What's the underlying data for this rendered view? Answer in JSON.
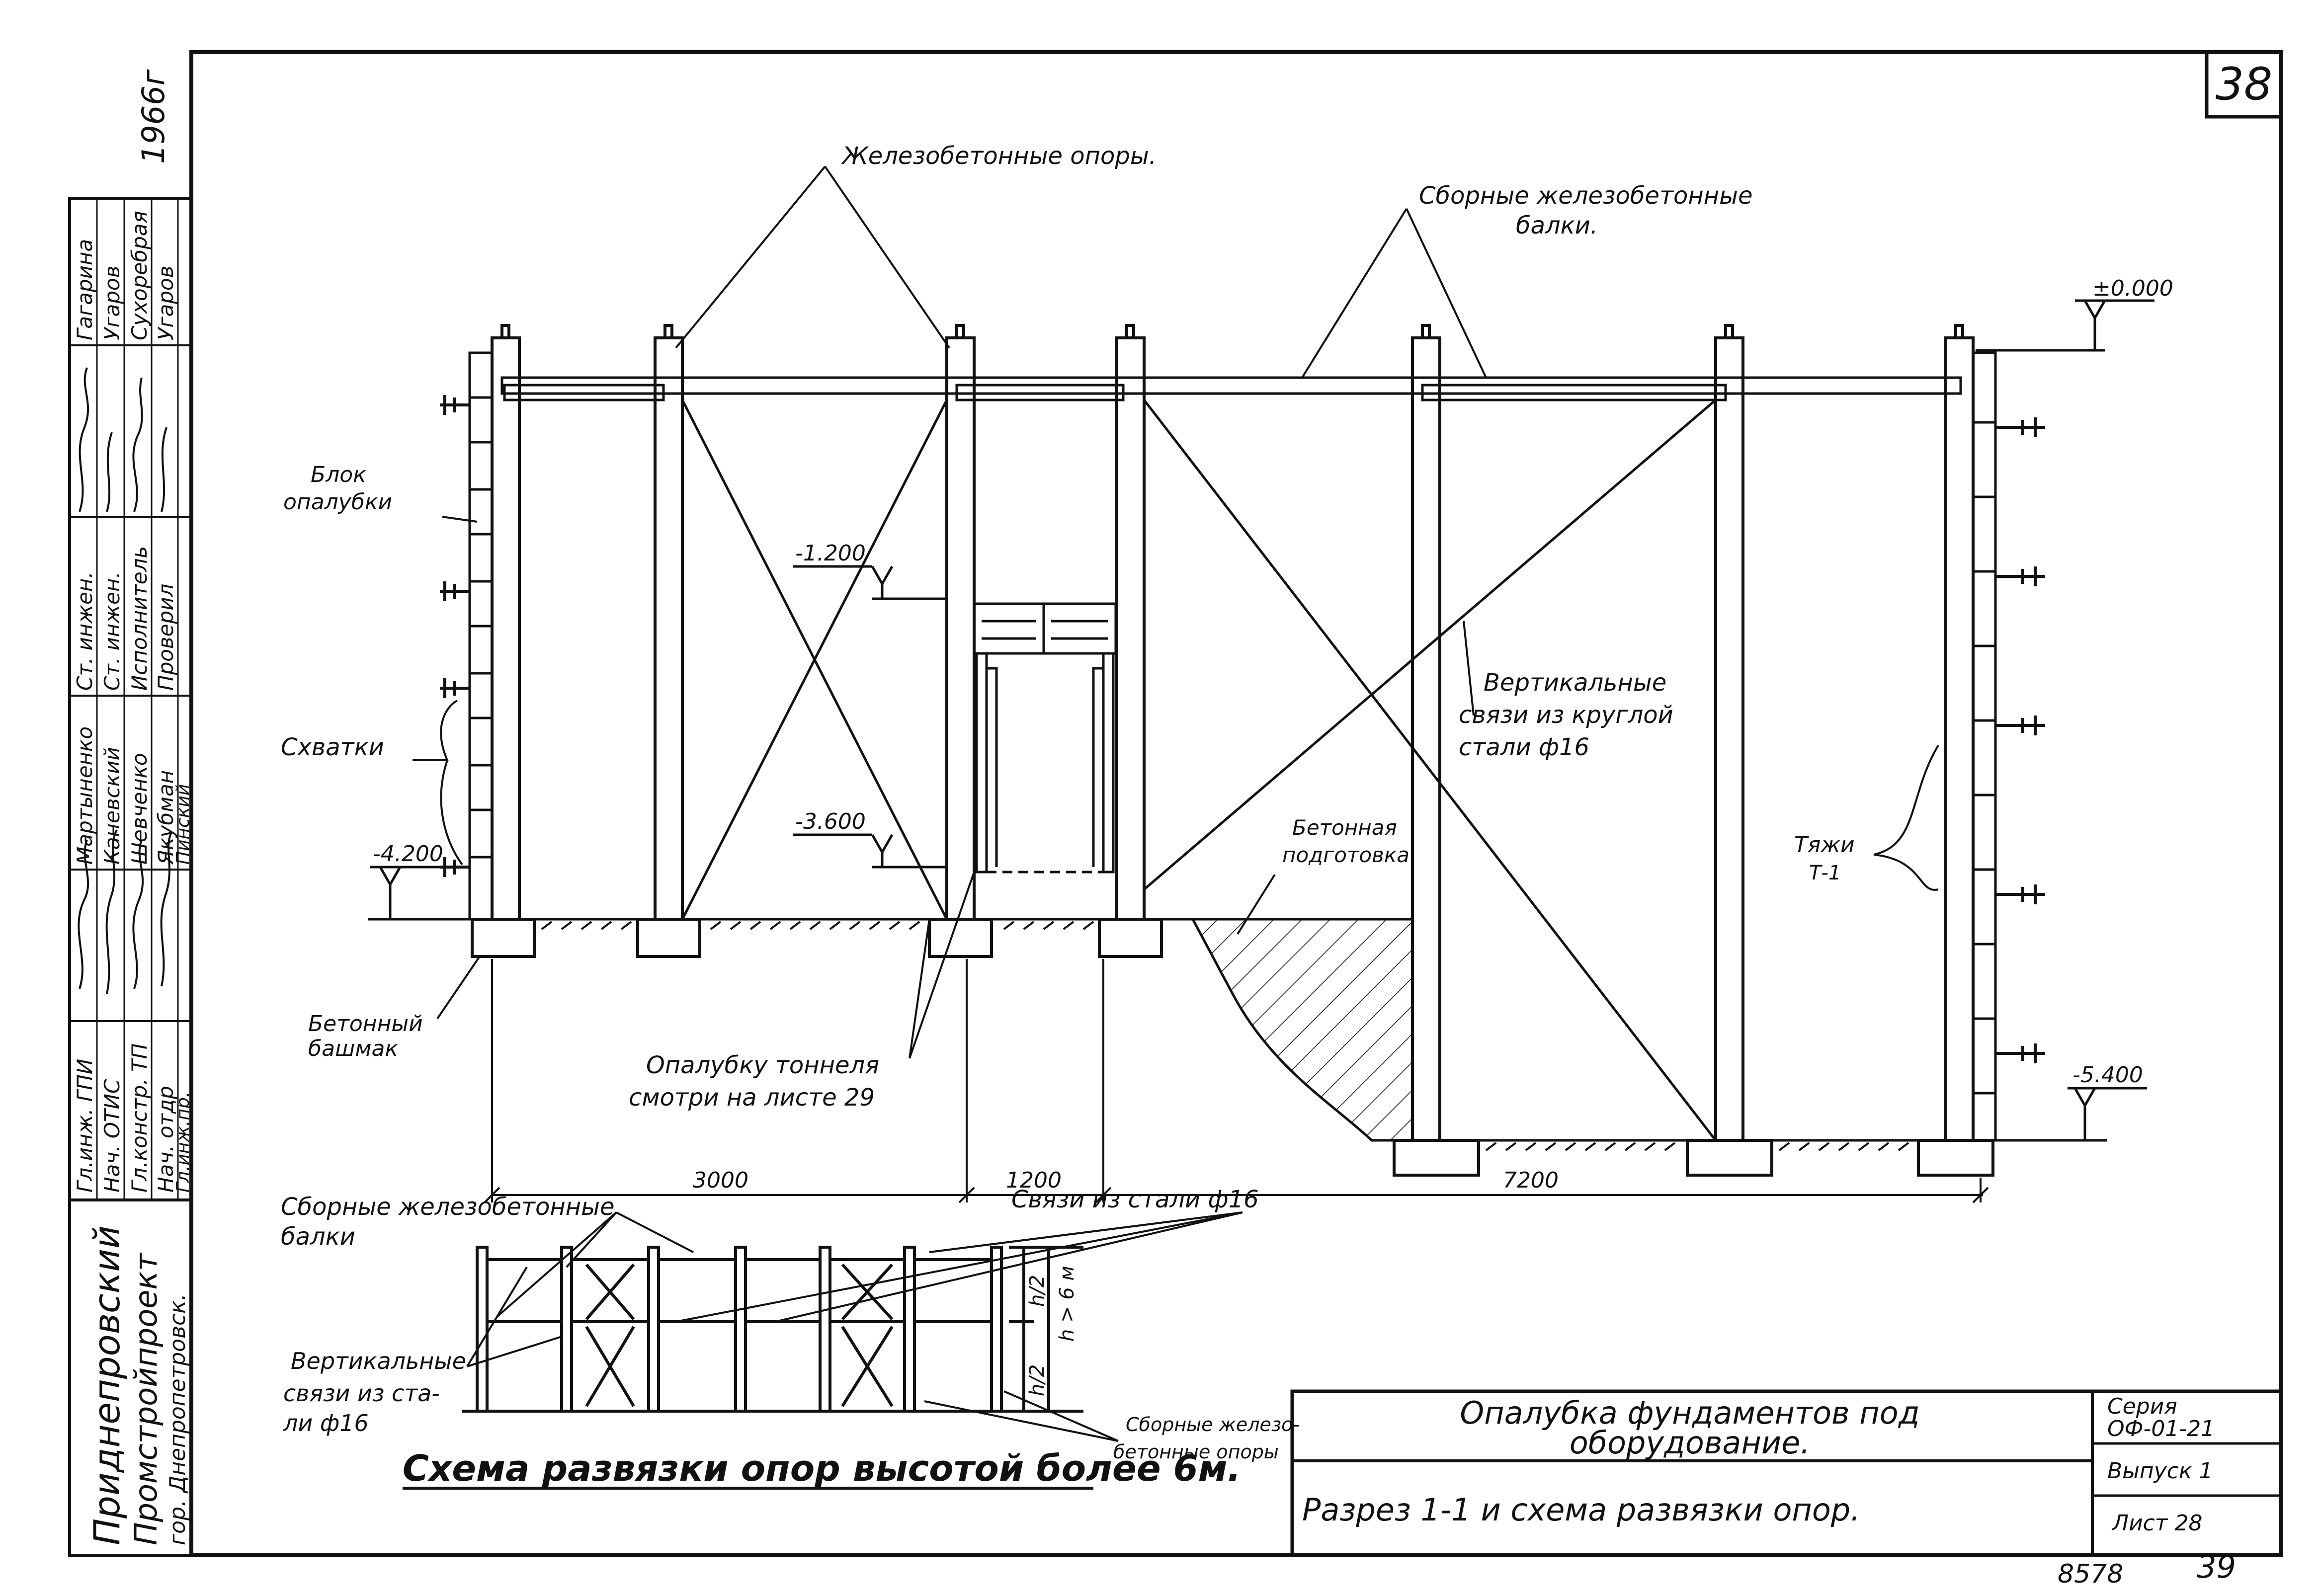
{
  "sheet": {
    "number": "38",
    "year": "1966г",
    "footer_left": "8578",
    "footer_right": "39"
  },
  "labels": {
    "rc_supports": "Железобетонные опоры.",
    "precast_beams_l1": "Сборные железобетонные",
    "precast_beams_l2": "балки.",
    "formwork_block_l1": "Блок",
    "formwork_block_l2": "опалубки",
    "clamps": "Схватки",
    "concrete_shoe_l1": "Бетонный",
    "concrete_shoe_l2": "башмак",
    "tunnel_formwork_l1": "Опалубку тоннеля",
    "tunnel_formwork_l2": "смотри на листе 29",
    "vertical_ties_l1": "Вертикальные",
    "vertical_ties_l2": "связи из круглой",
    "vertical_ties_l3": "стали ф16",
    "concrete_prep_l1": "Бетонная",
    "concrete_prep_l2": "подготовка",
    "rods_l1": "Тяжи",
    "rods_l2": "Т-1"
  },
  "levels": {
    "zero": "±0.000",
    "l1": "-1.200",
    "l3": "-3.600",
    "l4": "-4.200",
    "l5": "-5.400"
  },
  "dimensions": {
    "d1": "3000",
    "d2": "1200",
    "d3": "7200"
  },
  "scheme": {
    "beams_l1": "Сборные железобетонные",
    "beams_l2": "балки",
    "ties_steel": "Связи из стали ф16",
    "vert_ties_l1": "Вертикальные",
    "vert_ties_l2": "связи из ста-",
    "vert_ties_l3": "ли ф16",
    "rc_supports_l1": "Сборные железо-",
    "rc_supports_l2": "бетонные опоры",
    "h_half_top": "h/2",
    "h_half_bottom": "h/2",
    "h_gt": "h > 6 м",
    "title": "Схема развязки опор высотой более 6м."
  },
  "stamp": {
    "org_l1": "Приднепровский",
    "org_l2": "Промстройпроект",
    "city": "гор. Днепропетровск.",
    "rows": [
      {
        "role": "Гл.инж. ГПИ",
        "name": "Мартыненко"
      },
      {
        "role": "Нач. ОТИС",
        "name": "Каневский"
      },
      {
        "role": "Гл.констр. ТП",
        "name": "Шевченко"
      },
      {
        "role": "Нач. отдр",
        "name": "Якубман"
      },
      {
        "role": "Гл.инж.пр.",
        "name": "Пинский"
      },
      {
        "role": "Ст. инжен.",
        "name": "Гагарина"
      },
      {
        "role": "Ст. инжен.",
        "name": "Угаров"
      },
      {
        "role": "Исполнитель",
        "name": "Сухоребрая"
      },
      {
        "role": "Проверил",
        "name": "Угаров"
      }
    ]
  },
  "title_block": {
    "title_l1": "Опалубка фундаментов под",
    "title_l2": "оборудование.",
    "subtitle": "Разрез 1-1 и схема развязки опор.",
    "series_label": "Серия",
    "series_value": "ОФ-01-21",
    "issue": "Выпуск 1",
    "sheet": "Лист 28"
  }
}
